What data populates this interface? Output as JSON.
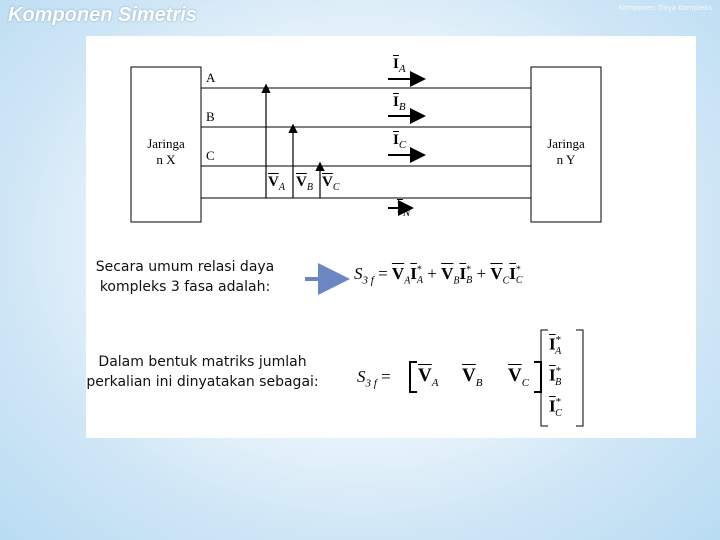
{
  "slide": {
    "title": "Komponen Simetris",
    "watermark": "Komponen Daya Kompleks"
  },
  "diagram": {
    "left_box": "Jaringa\nn X",
    "right_box": "Jaringa\nn Y",
    "lines": [
      "A",
      "B",
      "C"
    ],
    "currents": {
      "a": {
        "symbol": "I",
        "sub": "A"
      },
      "b": {
        "symbol": "I",
        "sub": "B"
      },
      "c": {
        "symbol": "I",
        "sub": "C"
      },
      "n": {
        "symbol": "I",
        "sub": "N"
      }
    },
    "voltages": {
      "a": {
        "symbol": "V",
        "sub": "A"
      },
      "b": {
        "symbol": "V",
        "sub": "B"
      },
      "c": {
        "symbol": "V",
        "sub": "C"
      }
    }
  },
  "statement1": {
    "text_line1": "Secara umum relasi daya",
    "text_line2": "kompleks 3 fasa adalah:",
    "arrow_color": "#6b86c2"
  },
  "statement2": {
    "text_line1": "Dalam bentuk matriks jumlah",
    "text_line2": "perkalian ini dinyatakan sebagai:"
  },
  "equation": {
    "lhs": "S",
    "lhs_sub": "3 f",
    "equals": "=",
    "plus": "+",
    "star": "*"
  }
}
